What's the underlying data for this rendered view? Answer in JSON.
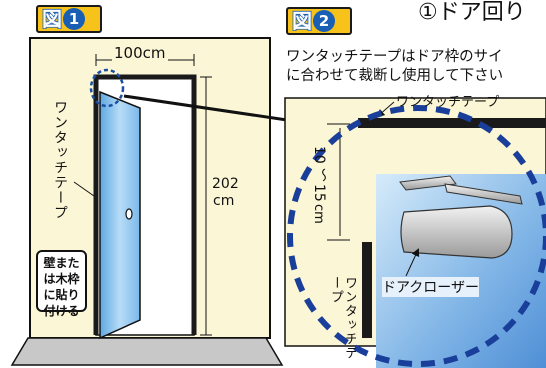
{
  "fig1": {
    "badge": "図",
    "number": "1"
  },
  "fig2": {
    "badge": "図",
    "number": "2"
  },
  "top_heading": "①ドア回り",
  "fig1_labels": {
    "width": "100cm",
    "height_value": "202",
    "height_unit": "cm",
    "tape_label": "ワンタッチテープ",
    "callout": "壁または木枠に貼り付ける"
  },
  "fig2_labels": {
    "instruction_line1": "ワンタッチテープはドア枠のサイ",
    "instruction_line2": "に合わせて裁断し使用して下さい",
    "tape_top": "ワンタッチテープ",
    "gap_top": "10",
    "gap_sep": "～",
    "gap_bottom": "15",
    "gap_unit": "cm",
    "closer": "ドアクローザー",
    "tape_side": "ワンタッチテープ"
  },
  "colors": {
    "wall": "#fbf6d6",
    "door": "#8ec3ec",
    "badge": "#f7c21a",
    "accent_blue": "#1a4fa3",
    "tape": "#1a1a1a"
  }
}
